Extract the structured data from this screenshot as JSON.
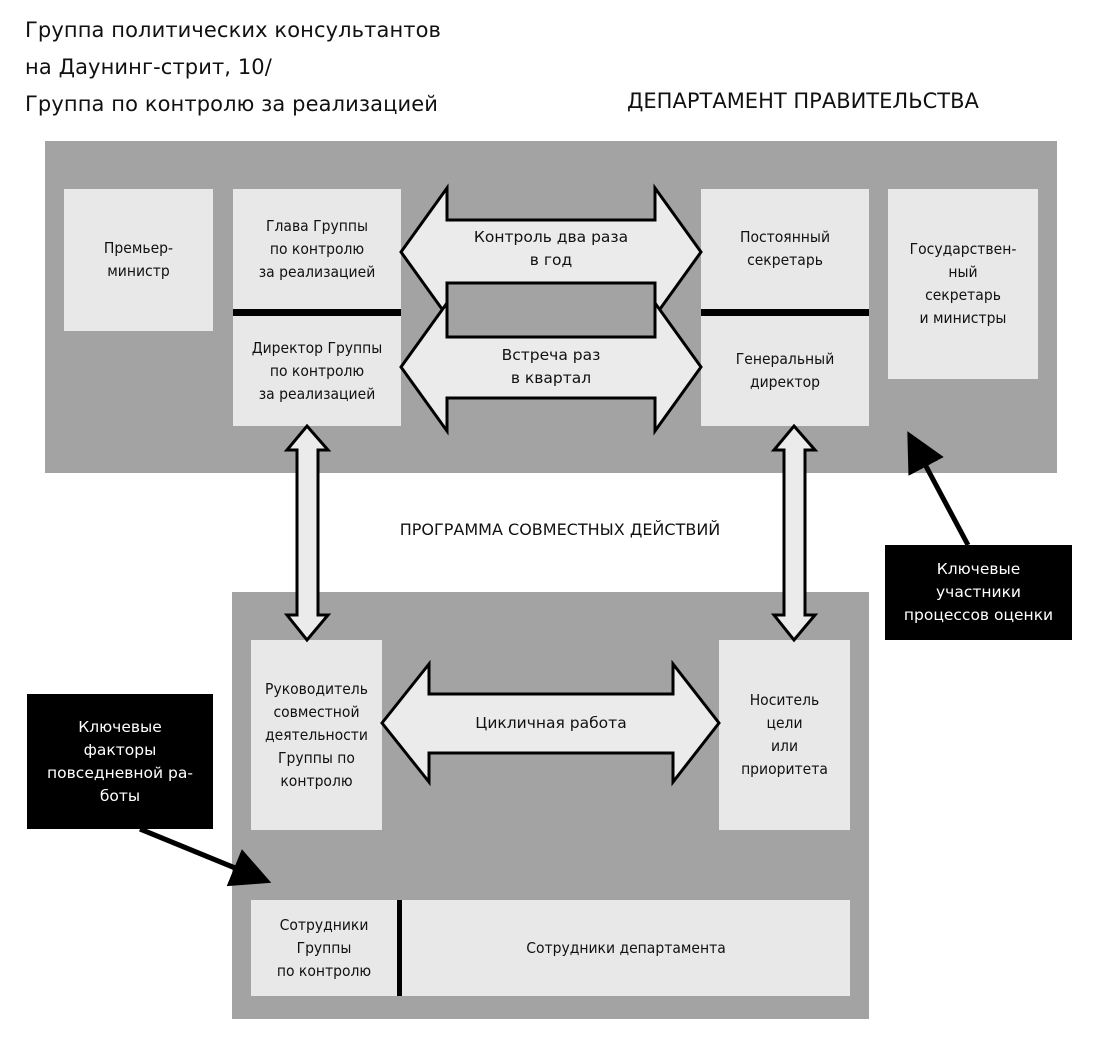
{
  "headings": {
    "left_lines": [
      "Группа политических консультантов",
      "на Даунинг-стрит, 10/",
      "Группа по контролю за реализацией"
    ],
    "right": "ДЕПАРТАМЕНТ ПРАВИТЕЛЬСТВА"
  },
  "top_panel": {
    "prime_minister": "Премьер-\nминистр",
    "head_of_unit": "Глава Группы\nпо контролю\nза реализацией",
    "director_of_unit": "Директор Группы\nпо контролю\nза реализацией",
    "permanent_secretary": "Постоянный\nсекретарь",
    "director_general": "Генеральный\nдиректор",
    "secretary_of_state": "Государствен-\nный\nсекретарь\nи министры",
    "arrow_upper": "Контроль два раза\nв год",
    "arrow_lower": "Встреча раз\nв квартал"
  },
  "program_label": "ПРОГРАММА СОВМЕСТНЫХ ДЕЙСТВИЙ",
  "bottom_panel": {
    "joint_lead": "Руководитель\nсовместной\nдеятельности\nГруппы по\nконтролю",
    "target_owner": "Носитель\nцели\nили\nприоритета",
    "arrow_cyclic": "Цикличная работа",
    "unit_staff": "Сотрудники\nГруппы\nпо контролю",
    "department_staff": "Сотрудники департамента"
  },
  "callouts": {
    "key_participants": "Ключевые\nучастники\nпроцессов оценки",
    "key_factors": "Ключевые\nфакторы\nповседневной ра-\nботы"
  },
  "colors": {
    "panel": "#a3a3a3",
    "box": "#e8e8e8",
    "arrow_fill": "#ebebeb",
    "outline": "#000000",
    "callout_bg": "#000000",
    "callout_text": "#ffffff"
  }
}
